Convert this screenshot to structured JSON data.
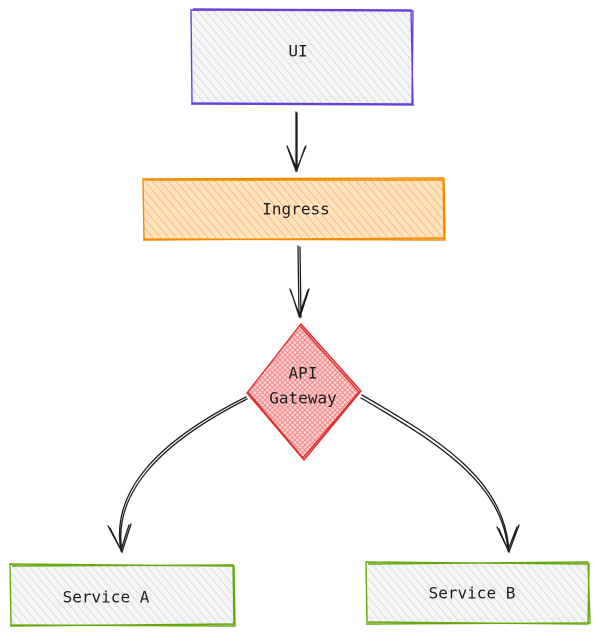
{
  "diagram": {
    "nodes": {
      "ui": {
        "label": "UI",
        "stroke": "#6741d9",
        "fill": "#e9ecef",
        "shape": "rectangle"
      },
      "ingress": {
        "label": "Ingress",
        "stroke": "#f08c00",
        "fill": "#ffc078",
        "shape": "rectangle"
      },
      "gateway": {
        "label_line1": "API",
        "label_line2": "Gateway",
        "stroke": "#e03131",
        "fill": "#ffc9c9",
        "shape": "diamond"
      },
      "service_a": {
        "label": "Service A",
        "stroke": "#66a80f",
        "fill": "#e9ecef",
        "shape": "rectangle"
      },
      "service_b": {
        "label": "Service B",
        "stroke": "#66a80f",
        "fill": "#e9ecef",
        "shape": "rectangle"
      }
    },
    "edges": [
      {
        "from": "UI",
        "to": "Ingress"
      },
      {
        "from": "Ingress",
        "to": "API Gateway"
      },
      {
        "from": "API Gateway",
        "to": "Service A"
      },
      {
        "from": "API Gateway",
        "to": "Service B"
      }
    ],
    "edge_color": "#1e1e1e"
  }
}
